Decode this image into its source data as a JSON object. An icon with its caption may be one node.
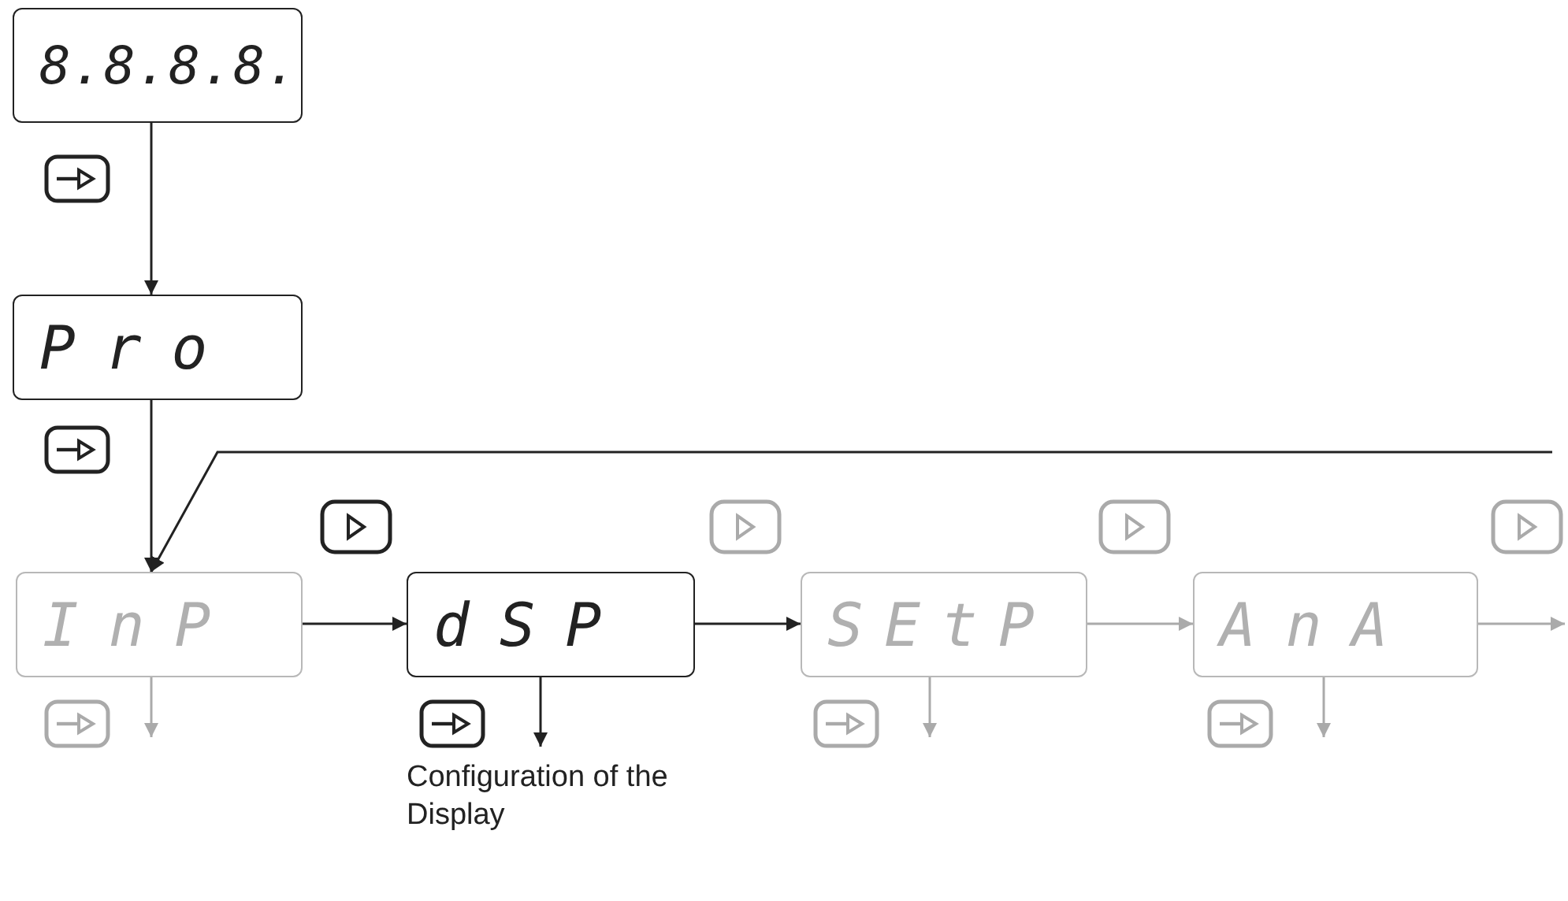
{
  "diagram": {
    "nodes": [
      {
        "text": [
          "8.8.8.8."
        ]
      },
      {
        "text": [
          "Pro"
        ]
      },
      {
        "text": [
          "InP"
        ]
      },
      {
        "text": [
          "dSP"
        ]
      },
      {
        "text": [
          "SEtP"
        ]
      },
      {
        "text": [
          "AnA"
        ]
      },
      {
        "text": [
          "Configuration of the Display"
        ]
      }
    ],
    "edges": [
      {
        "from": 0,
        "to": 1,
        "arrow": "to"
      },
      {
        "from": 1,
        "to": 2,
        "arrow": "to"
      },
      {
        "from": null,
        "to": 2,
        "arrow": "to"
      },
      {
        "from": 2,
        "to": 3,
        "arrow": "to"
      },
      {
        "from": 3,
        "to": 4,
        "arrow": "to"
      },
      {
        "from": 4,
        "to": 5,
        "arrow": "to",
        "color": "#aaaaaa"
      },
      {
        "from": 5,
        "to": null,
        "arrow": "to",
        "color": "#aaaaaa"
      },
      {
        "from": 3,
        "to": 6,
        "arrow": "to"
      },
      {
        "from": 2,
        "to": null,
        "arrow": "to",
        "color": "#aaaaaa"
      },
      {
        "from": 4,
        "to": null,
        "arrow": "to",
        "color": "#aaaaaa"
      },
      {
        "from": 5,
        "to": null,
        "arrow": "to",
        "color": "#aaaaaa"
      }
    ]
  }
}
